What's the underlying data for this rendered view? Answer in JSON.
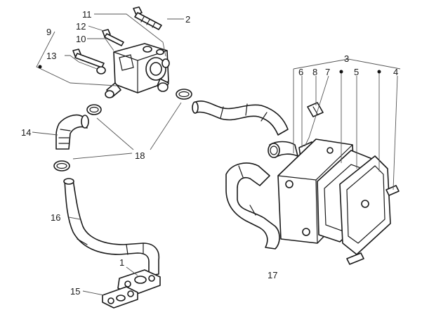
{
  "callouts": {
    "c1": "1",
    "c2": "2",
    "c3": "3",
    "c4": "4",
    "c5": "5",
    "c6": "6",
    "c7": "7",
    "c8": "8",
    "c9": "9",
    "c10": "10",
    "c11": "11",
    "c12": "12",
    "c13": "13",
    "c14": "14",
    "c15": "15",
    "c16": "16",
    "c17": "17",
    "c18": "18"
  },
  "colors": {
    "line": "#1a1a1a",
    "leader": "#555555",
    "background": "#ffffff"
  }
}
